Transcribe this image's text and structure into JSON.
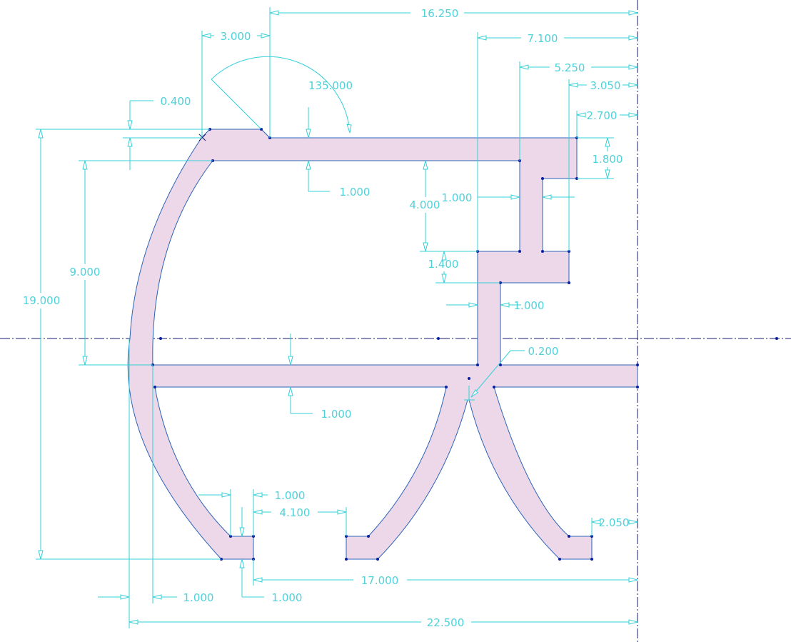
{
  "colors": {
    "background": "#ffffff",
    "profile_fill": "#ecd8e8",
    "profile_edge": "#2c63b7",
    "dimension": "#33d0d8",
    "dimension_text": "#4fd1d9",
    "vertex": "#0a1fa0",
    "centerline": "#1a1a70"
  },
  "dimensions": {
    "d_16_250": "16.250",
    "d_7_100": "7.100",
    "d_5_250": "5.250",
    "d_3_050": "3.050",
    "d_2_700": "2.700",
    "d_3_000": "3.000",
    "d_135": "135.000",
    "d_0_400": "0.400",
    "d_1_800": "1.800",
    "d_1_000_top": "1.000",
    "d_4_000": "4.000",
    "d_1_000_stem": "1.000",
    "d_1_400": "1.400",
    "d_1_000_neck": "1.000",
    "d_9_000": "9.000",
    "d_19_000": "19.000",
    "d_0_200": "0.200",
    "d_1_000_mid": "1.000",
    "d_1_000_foot": "1.000",
    "d_4_100": "4.100",
    "d_2_050": "2.050",
    "d_17_000": "17.000",
    "d_1_000_bl": "1.000",
    "d_1_000_br": "1.000",
    "d_22_500": "22.500"
  }
}
